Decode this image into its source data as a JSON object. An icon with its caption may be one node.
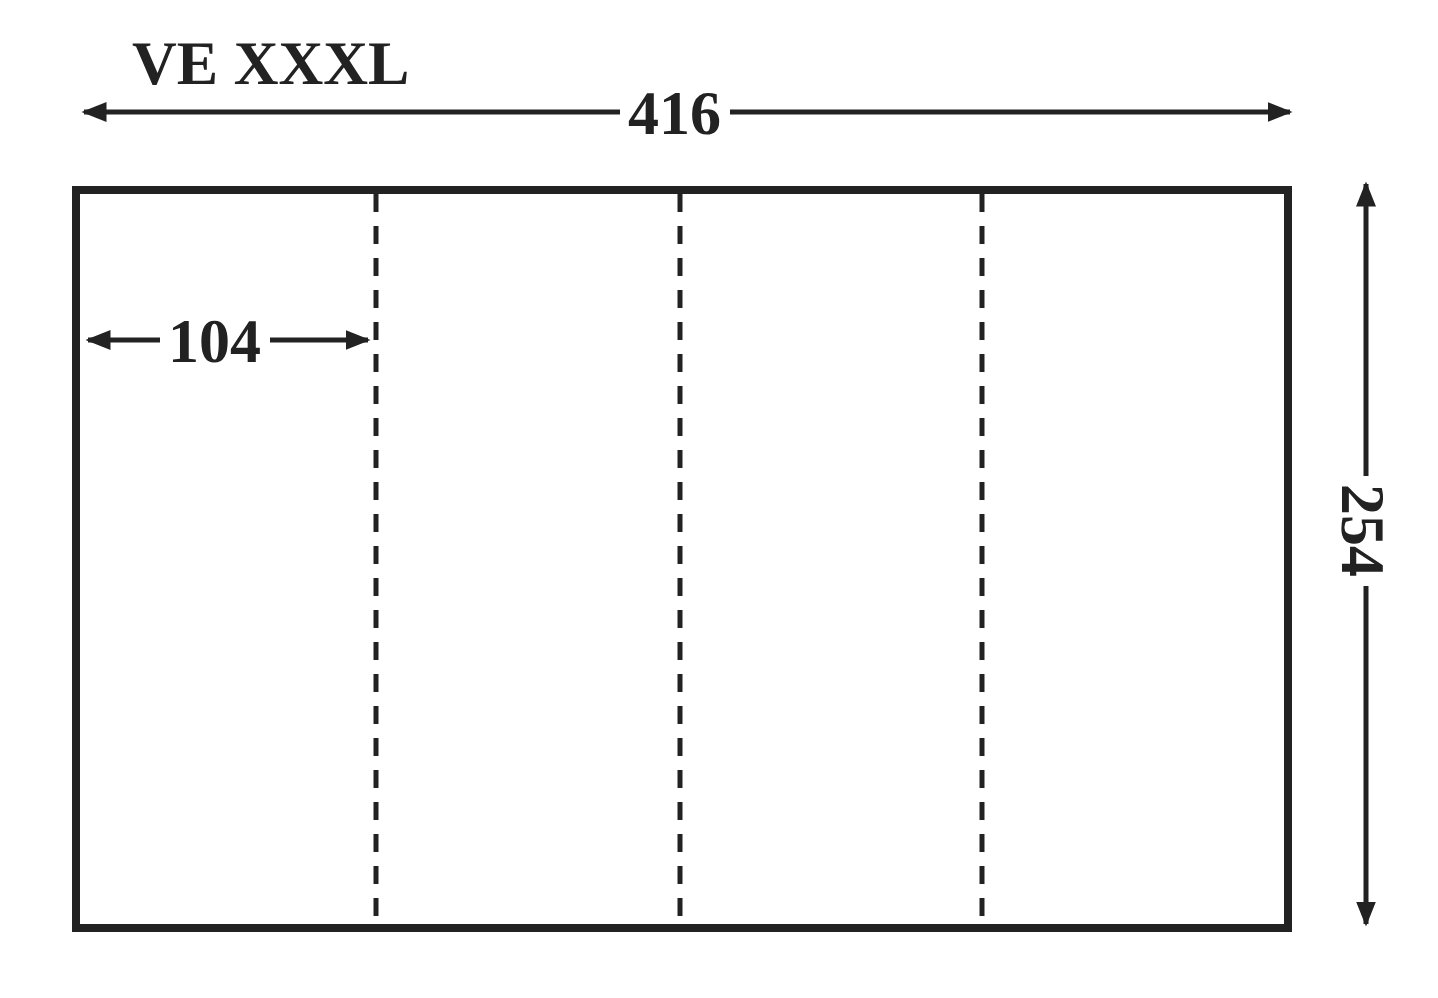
{
  "diagram": {
    "labels": [
      "VE XXXL",
      "416",
      "104",
      "254"
    ]
  }
}
